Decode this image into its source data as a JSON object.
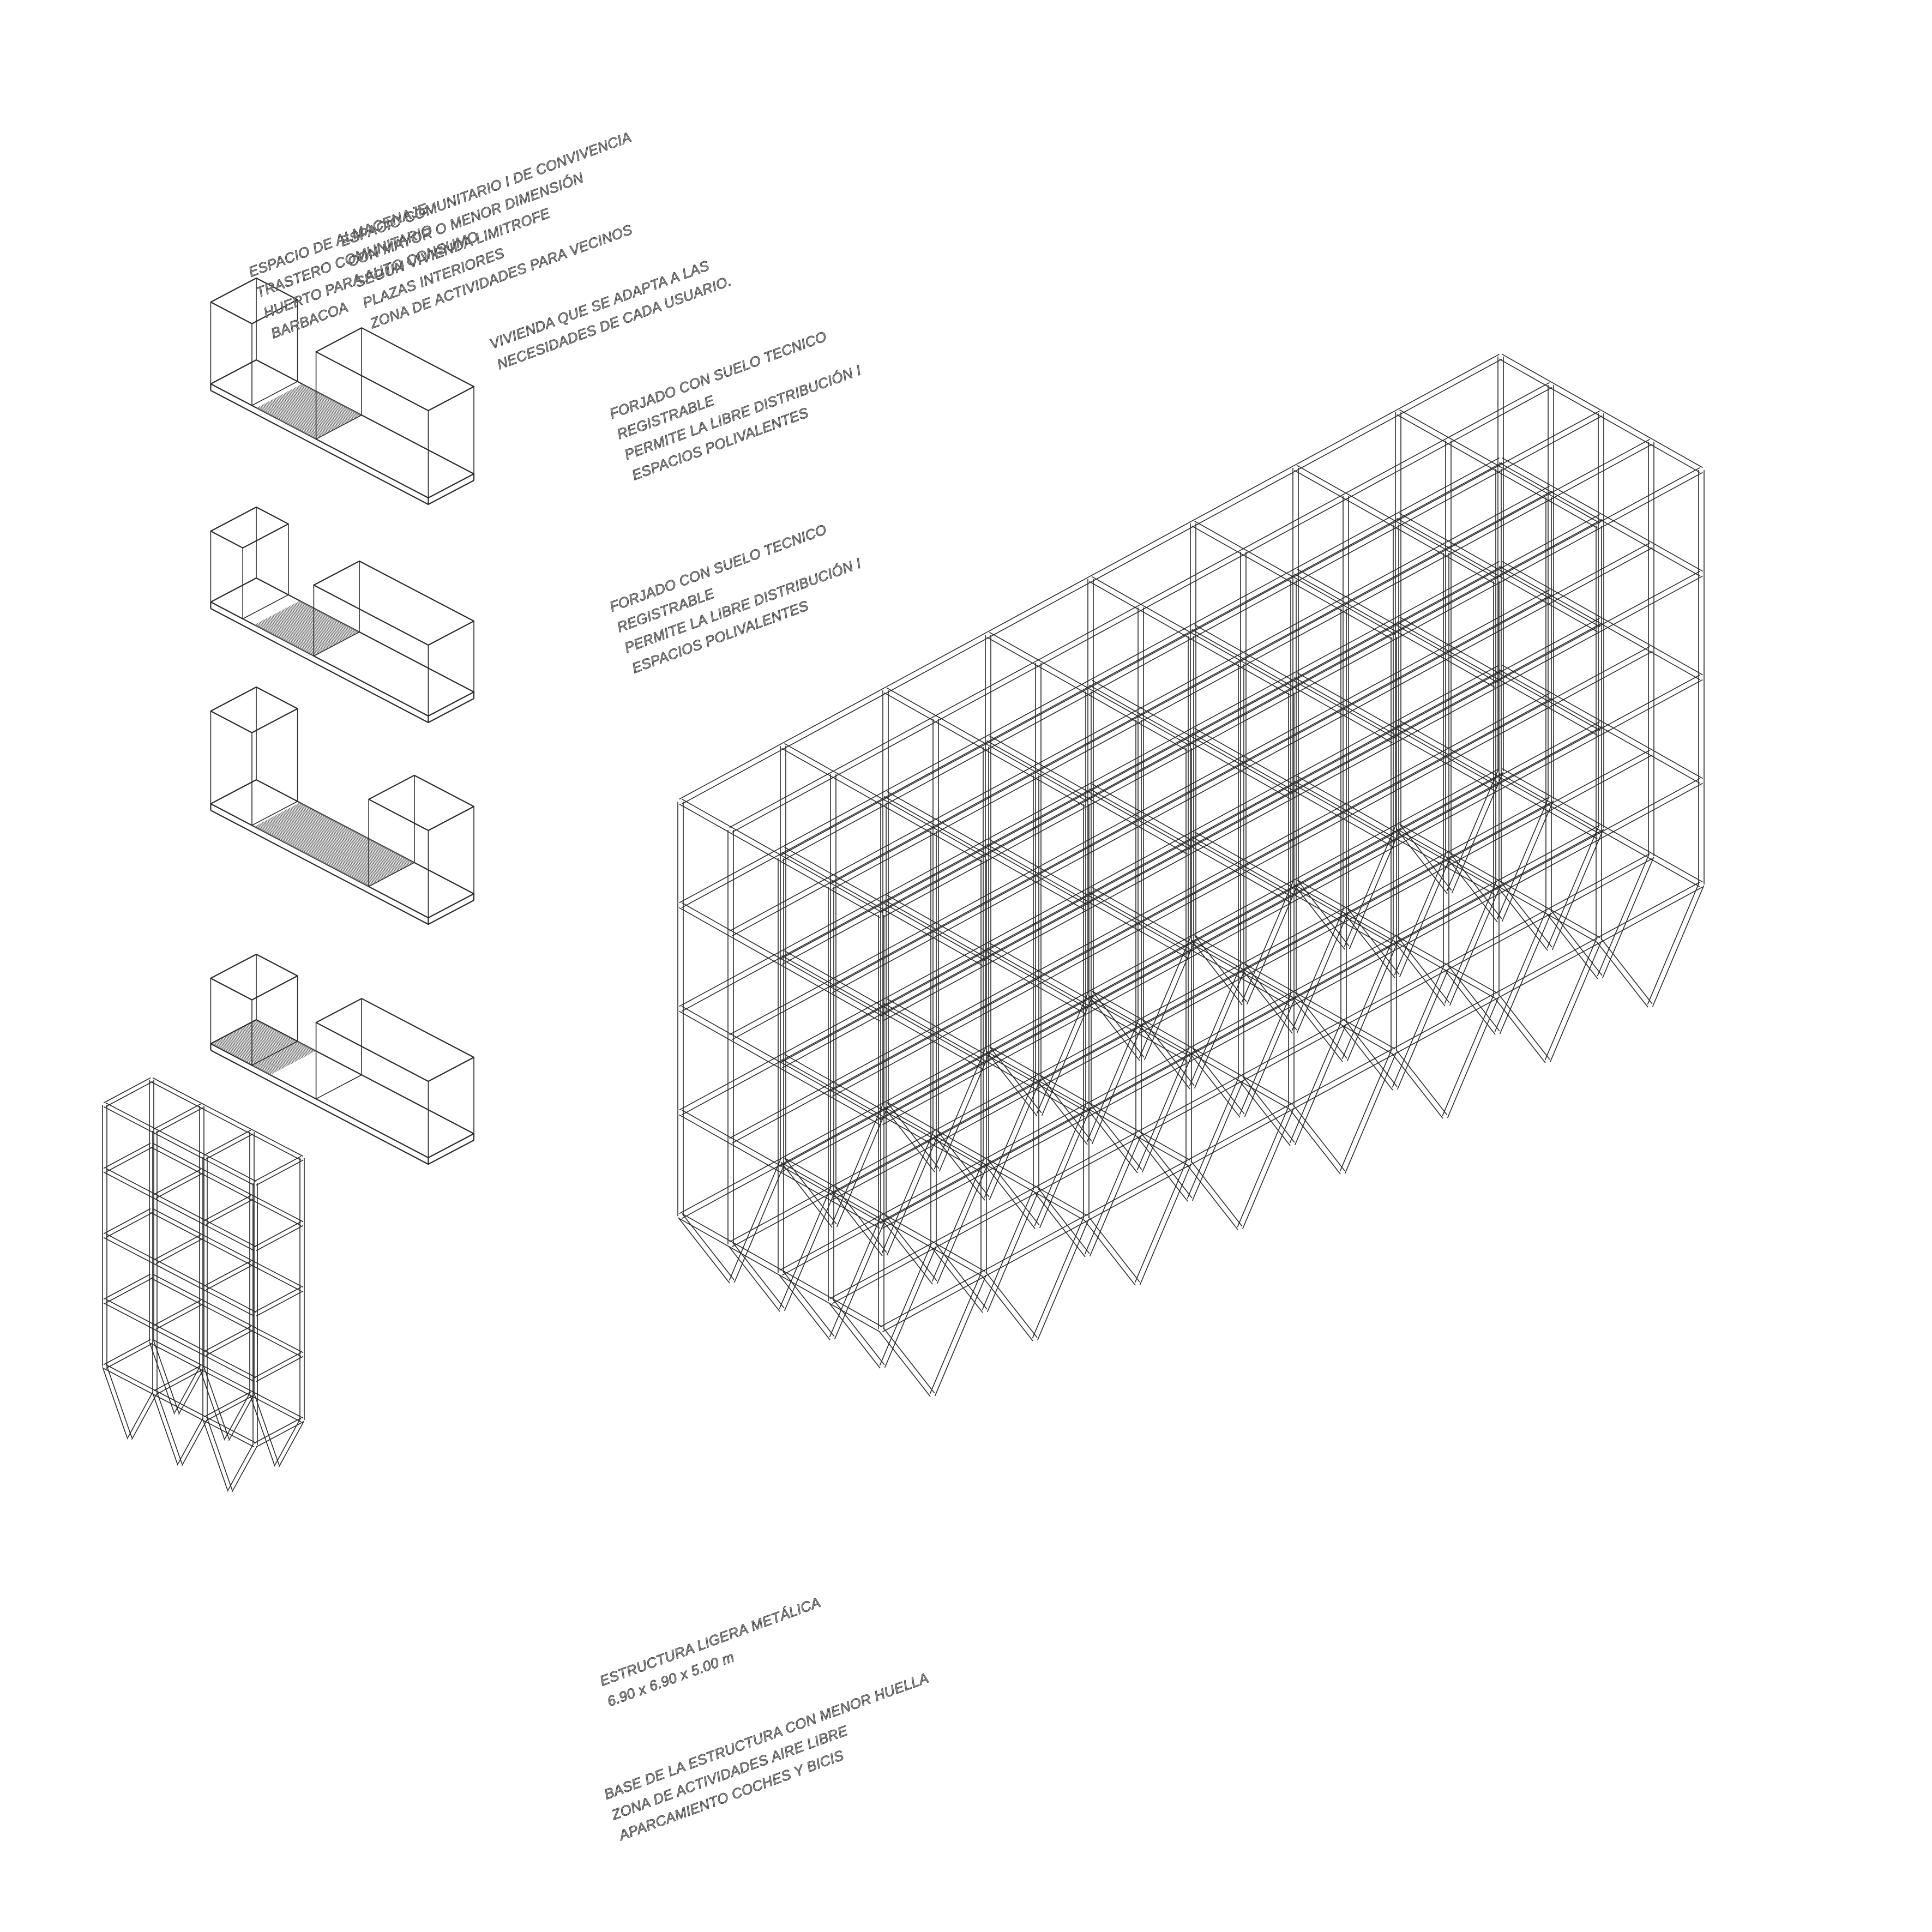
{
  "annotations": {
    "storage": [
      "ESPACIO DE ALMACENAJE",
      "TRASTERO COMUNITARIO",
      "HUERTO PARA AUTO CONSUMO",
      "BARBACOA"
    ],
    "community": [
      "ESPACIO COMUNITARIO I DE CONVIVENCIA",
      "CON MAYOR O MENOR DIMENSIÓN",
      "SEGÚN VIVIENDA LIMITROFE",
      "PLAZAS INTERIORES",
      "ZONA DE ACTIVIDADES PARA VECINOS"
    ],
    "dwelling": [
      "VIVIENDA QUE SE ADAPTA A LAS",
      "NECESIDADES DE CADA USUARIO."
    ],
    "slab_upper": [
      "FORJADO CON SUELO TECNICO",
      "REGISTRABLE",
      "PERMITE LA LIBRE DISTRIBUCIÓN I",
      "ESPACIOS POLIVALENTES"
    ],
    "slab_lower": [
      "FORJADO CON SUELO TECNICO",
      "REGISTRABLE",
      "PERMITE LA LIBRE DISTRIBUCIÓN I",
      "ESPACIOS POLIVALENTES"
    ],
    "structure": [
      "ESTRUCTURA LIGERA METÁLICA",
      "6.90 x 6.90 x 5.00 m"
    ],
    "base": [
      "BASE DE LA ESTRUCTURA CON MENOR HUELLA",
      "ZONA DE ACTIVIDADES AIRE LIBRE",
      "APARCAMIENTO COCHES Y BICIS"
    ]
  }
}
